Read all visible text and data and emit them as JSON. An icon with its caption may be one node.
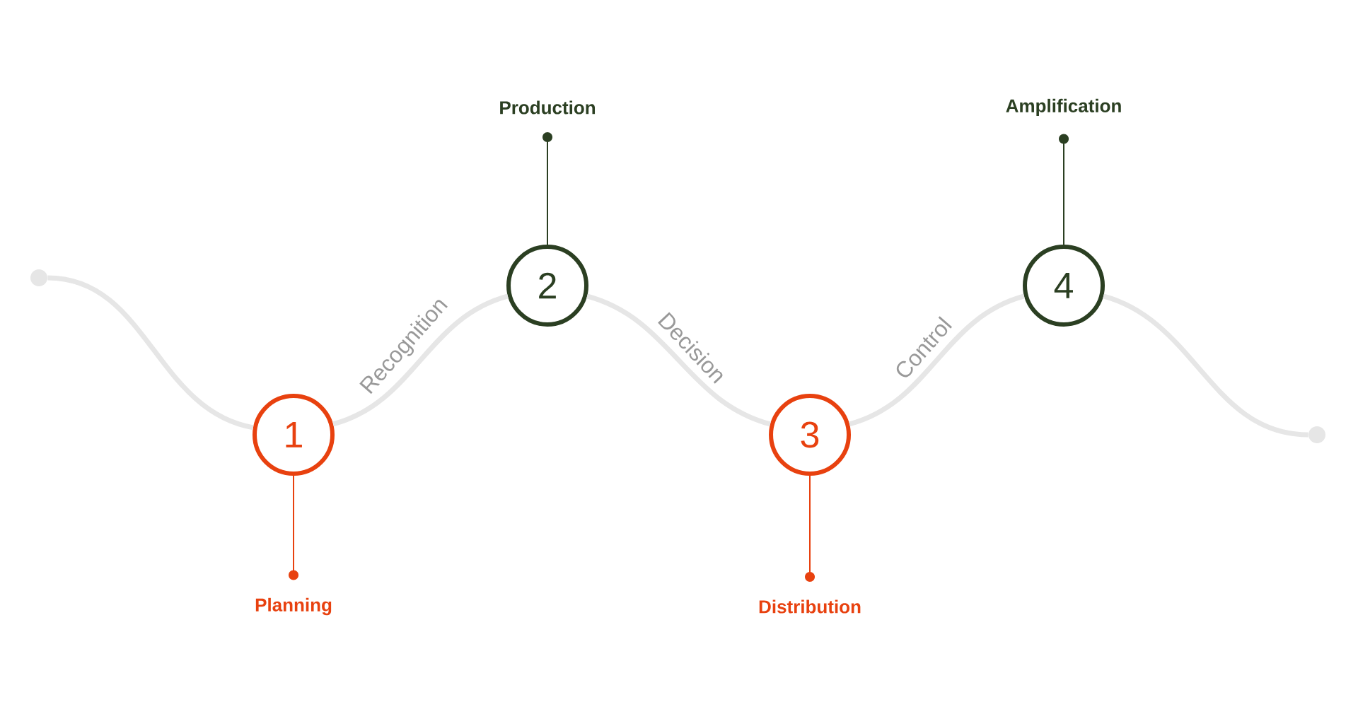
{
  "diagram": {
    "nodes": [
      {
        "text": [],
        "shape": "circle"
      },
      {
        "text": [
          "1"
        ]
      },
      {
        "text": [
          "2"
        ]
      },
      {
        "text": [
          "3"
        ]
      },
      {
        "text": [
          "4"
        ]
      },
      {
        "text": [],
        "shape": "circle"
      },
      {
        "text": [
          "Production"
        ]
      },
      {
        "text": [
          "Amplification"
        ]
      },
      {
        "text": [
          "Planning"
        ]
      },
      {
        "text": [
          "Distribution"
        ]
      }
    ],
    "edges": [
      {
        "from": 0,
        "to": 1,
        "arrow": "none"
      },
      {
        "from": 1,
        "to": 2,
        "arrow": "none",
        "label": "Recognition"
      },
      {
        "from": 2,
        "to": 3,
        "arrow": "none",
        "label": "Decision"
      },
      {
        "from": 3,
        "to": 4,
        "arrow": "none",
        "label": "Control"
      },
      {
        "from": 4,
        "to": 5,
        "arrow": "none"
      },
      {
        "from": 6,
        "to": 2,
        "arrow": "other",
        "color": "#2b3f22"
      },
      {
        "from": 7,
        "to": 4,
        "arrow": "other",
        "color": "#2b3f22"
      },
      {
        "from": 8,
        "to": 1,
        "arrow": "other",
        "color": "#e8410f"
      },
      {
        "from": 9,
        "to": 3,
        "arrow": "other",
        "color": "#e8410f"
      }
    ]
  }
}
